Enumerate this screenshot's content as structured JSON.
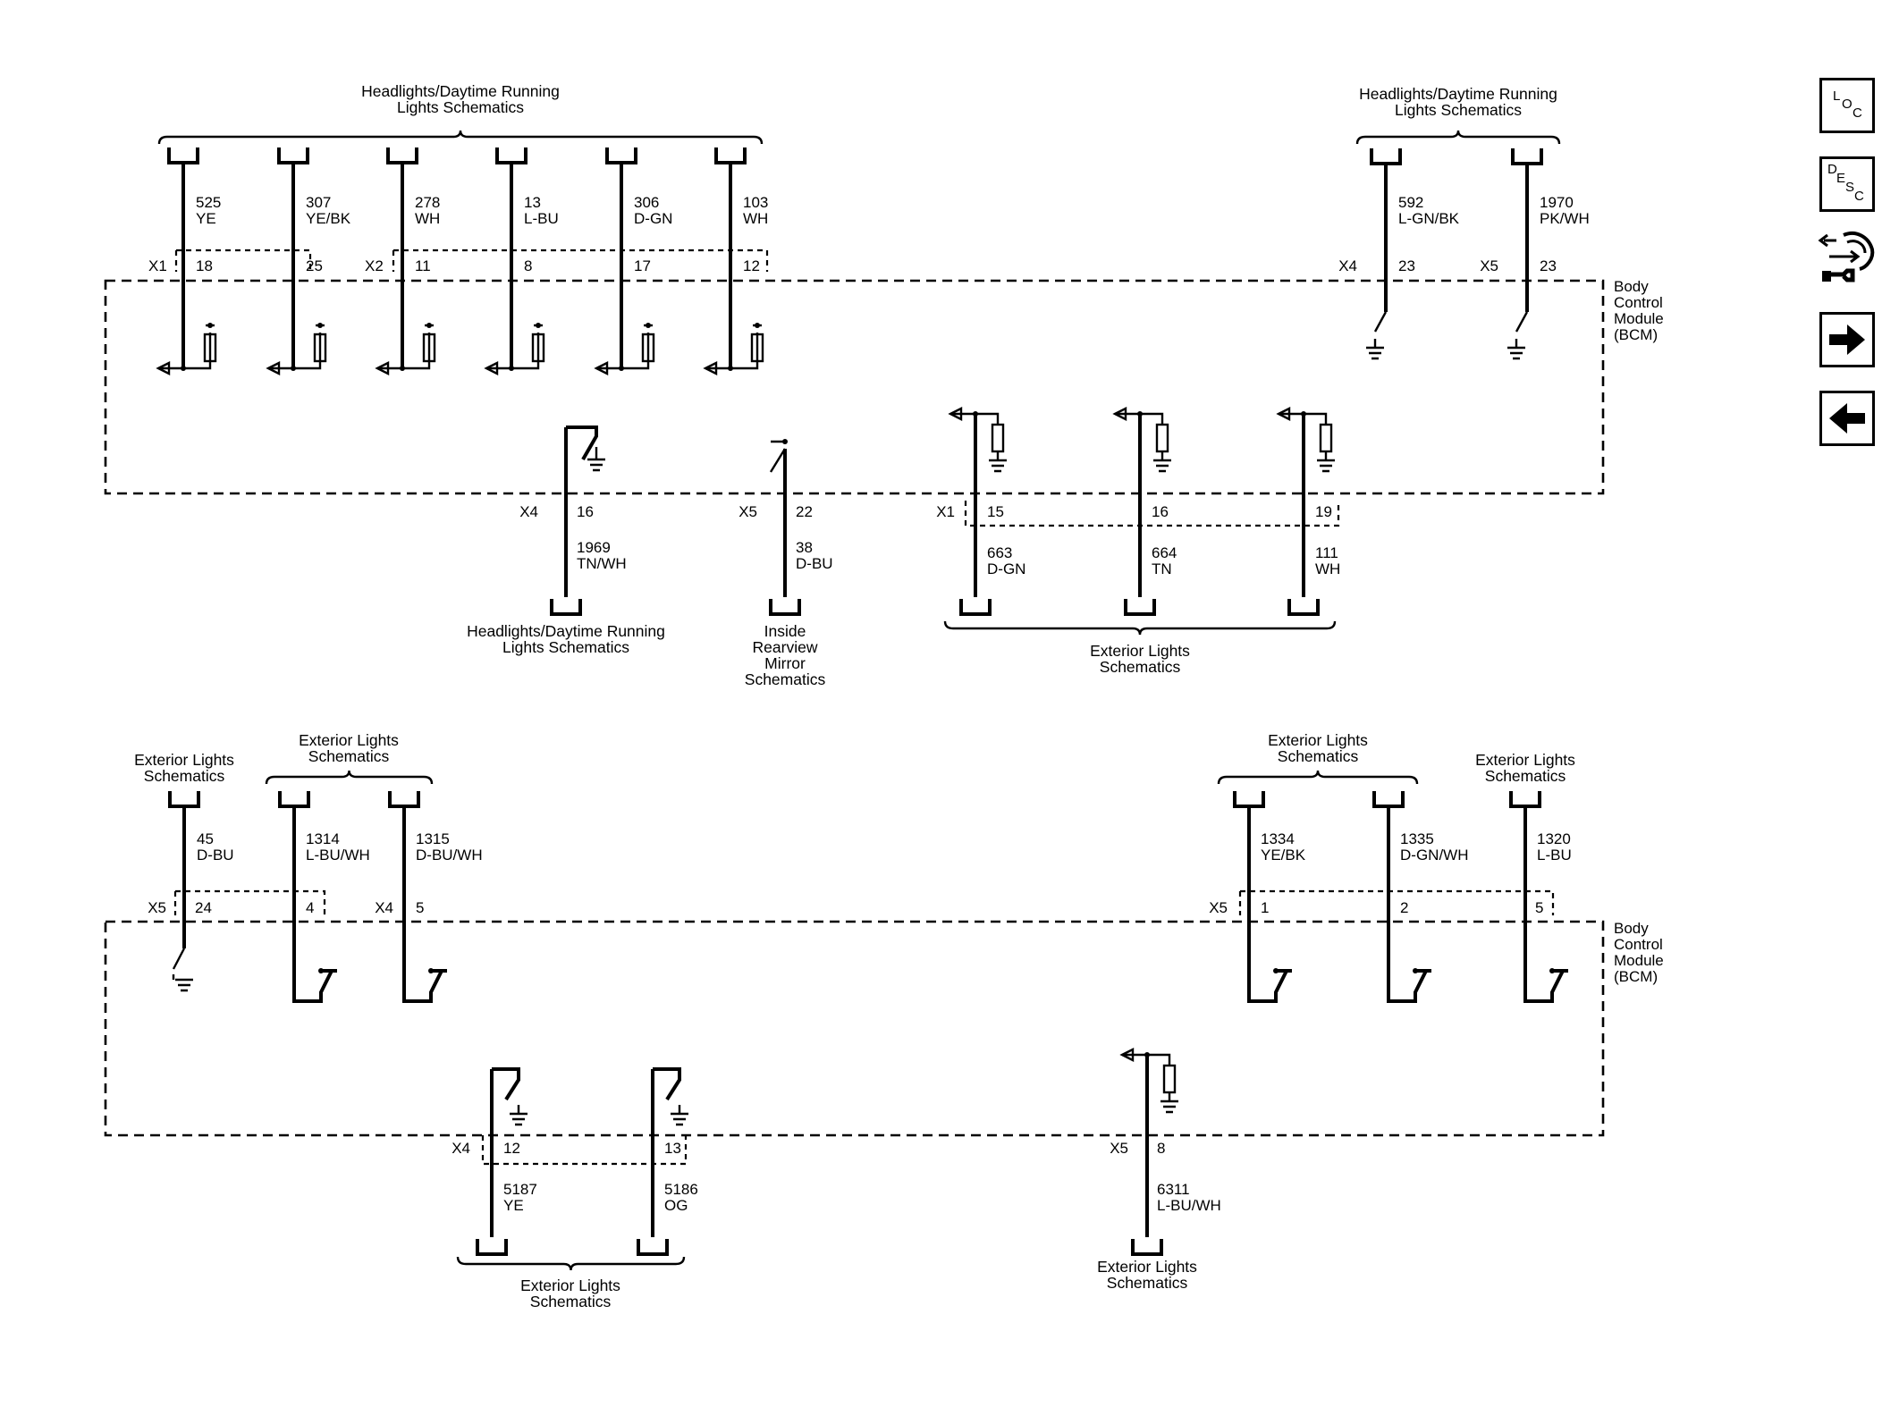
{
  "module": {
    "name": "Body\nControl\nModule\n(BCM)"
  },
  "top": {
    "left_group": {
      "title": "Headlights/Daytime Running\nLights Schematics",
      "wires": [
        {
          "circuit": "525",
          "color": "YE",
          "pin": "18"
        },
        {
          "circuit": "307",
          "color": "YE/BK",
          "pin": "25"
        },
        {
          "circuit": "278",
          "color": "WH",
          "pin": "11"
        },
        {
          "circuit": "13",
          "color": "L-BU",
          "pin": "8"
        },
        {
          "circuit": "306",
          "color": "D-GN",
          "pin": "17"
        },
        {
          "circuit": "103",
          "color": "WH",
          "pin": "12"
        }
      ],
      "connectors": [
        "X1",
        "X2"
      ]
    },
    "right_group": {
      "title": "Headlights/Daytime Running\nLights Schematics",
      "wires": [
        {
          "connector": "X4",
          "circuit": "592",
          "color": "L-GN/BK",
          "pin": "23"
        },
        {
          "connector": "X5",
          "circuit": "1970",
          "color": "PK/WH",
          "pin": "23"
        }
      ]
    },
    "bottom_wires": [
      {
        "connector": "X4",
        "pin": "16",
        "circuit": "1969",
        "color": "TN/WH",
        "label": "Headlights/Daytime Running\nLights Schematics"
      },
      {
        "connector": "X5",
        "pin": "22",
        "circuit": "38",
        "color": "D-BU",
        "label": "Inside\nRearview\nMirror\nSchematics"
      }
    ],
    "exterior_group": {
      "connector": "X1",
      "title": "Exterior Lights\nSchematics",
      "wires": [
        {
          "pin": "15",
          "circuit": "663",
          "color": "D-GN"
        },
        {
          "pin": "16",
          "circuit": "664",
          "color": "TN"
        },
        {
          "pin": "19",
          "circuit": "111",
          "color": "WH"
        }
      ]
    }
  },
  "bottom": {
    "single_top": {
      "title": "Exterior Lights\nSchematics",
      "connector": "X5",
      "pin": "24",
      "circuit": "45",
      "color": "D-BU"
    },
    "pair_top": {
      "title": "Exterior Lights\nSchematics",
      "wires": [
        {
          "pin": "4",
          "circuit": "1314",
          "color": "L-BU/WH"
        },
        {
          "connector": "X4",
          "pin": "5",
          "circuit": "1315",
          "color": "D-BU/WH"
        }
      ]
    },
    "right_pair": {
      "title": "Exterior Lights\nSchematics",
      "connector": "X5",
      "wires": [
        {
          "pin": "1",
          "circuit": "1334",
          "color": "YE/BK"
        },
        {
          "pin": "2",
          "circuit": "1335",
          "color": "D-GN/WH"
        }
      ]
    },
    "right_single": {
      "title": "Exterior Lights\nSchematics",
      "pin": "5",
      "circuit": "1320",
      "color": "L-BU"
    },
    "bottom_pair": {
      "connector": "X4",
      "title": "Exterior Lights\nSchematics",
      "wires": [
        {
          "pin": "12",
          "circuit": "5187",
          "color": "YE"
        },
        {
          "pin": "13",
          "circuit": "5186",
          "color": "OG"
        }
      ]
    },
    "bottom_single": {
      "connector": "X5",
      "pin": "8",
      "circuit": "6311",
      "color": "L-BU/WH",
      "label": "Exterior Lights\nSchematics"
    }
  },
  "nav": {
    "loc": {
      "l1": "L",
      "l2": "O",
      "l3": "C",
      "icon": "loc-icon"
    },
    "desc": {
      "l1": "D",
      "l2": "E",
      "l3": "S",
      "l4": "C",
      "icon": "desc-icon"
    },
    "connector_icon": "connector-end-view-icon",
    "next_icon": "arrow-right-icon",
    "prev_icon": "arrow-left-icon"
  }
}
